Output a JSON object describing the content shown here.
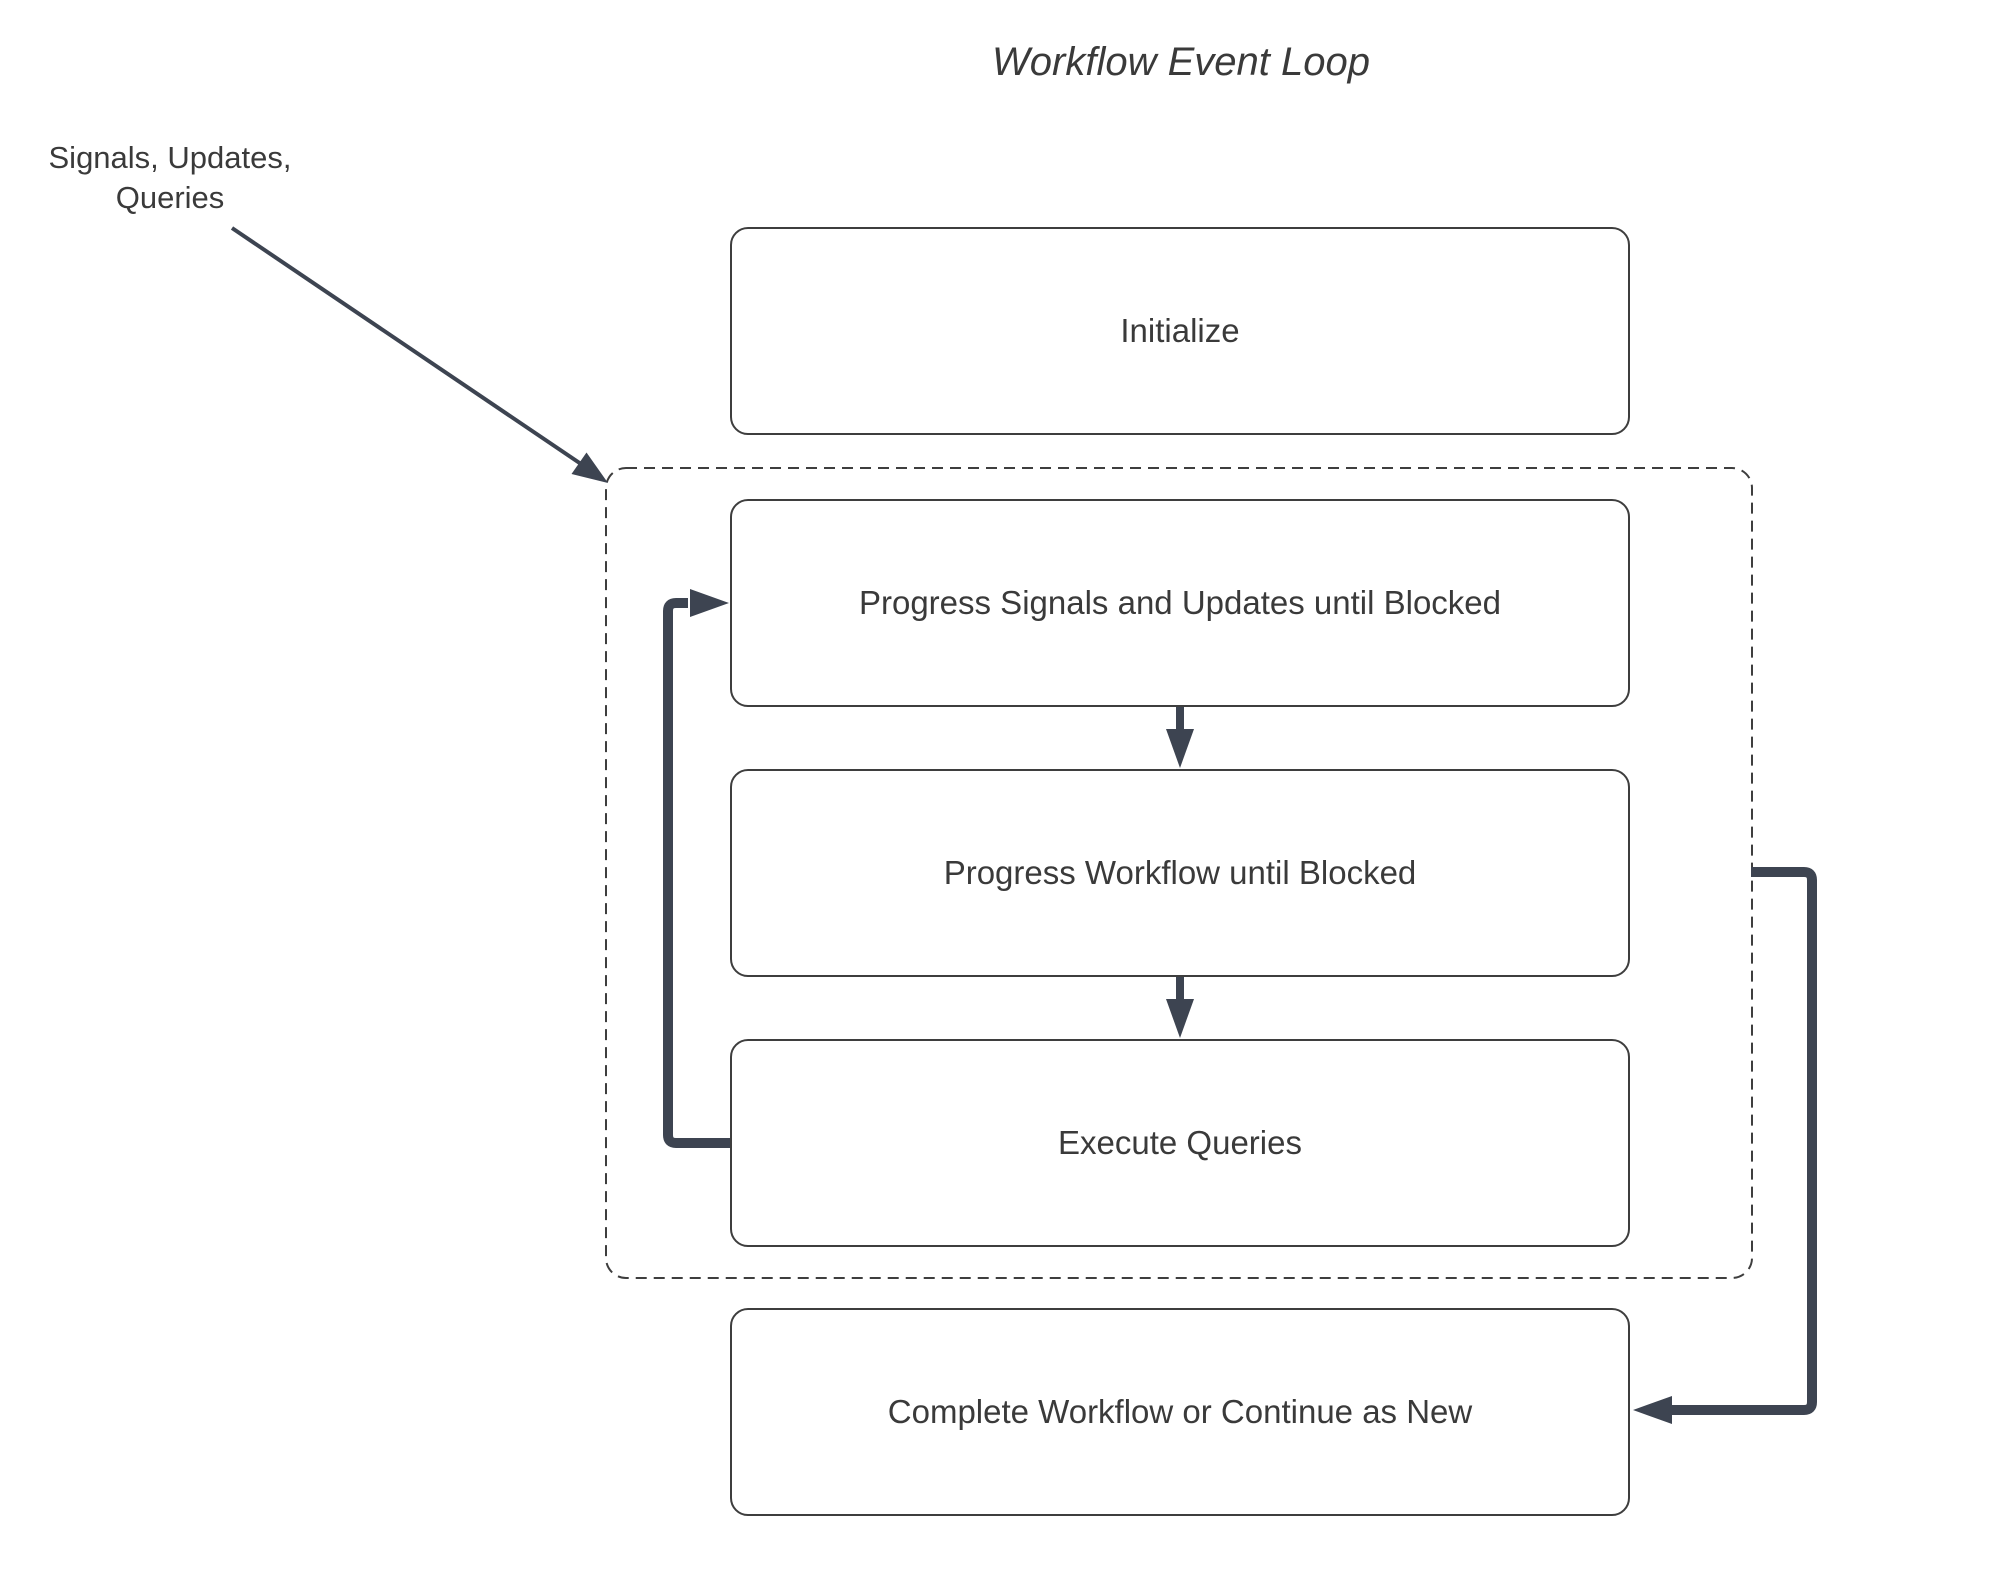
{
  "title": "Workflow Event Loop",
  "annotation": {
    "label": "Signals, Updates,\nQueries"
  },
  "nodes": [
    {
      "id": "initialize",
      "label": "Initialize"
    },
    {
      "id": "progress-signals",
      "label": "Progress Signals and Updates until Blocked"
    },
    {
      "id": "progress-workflow",
      "label": "Progress Workflow until Blocked"
    },
    {
      "id": "execute-queries",
      "label": "Execute Queries"
    },
    {
      "id": "complete-workflow",
      "label": "Complete Workflow or Continue as New"
    }
  ],
  "edges": [
    {
      "id": "signals-into-loop",
      "from": "signals-updates-queries-label",
      "to": "event-loop-container"
    },
    {
      "id": "progress-signals-to-workflow",
      "from": "progress-signals",
      "to": "progress-workflow"
    },
    {
      "id": "progress-workflow-to-queries",
      "from": "progress-workflow",
      "to": "execute-queries"
    },
    {
      "id": "queries-loop-back",
      "from": "execute-queries",
      "to": "progress-signals"
    },
    {
      "id": "loop-exit-to-complete",
      "from": "event-loop-container",
      "to": "complete-workflow"
    }
  ],
  "colors": {
    "ink": "#3a3a3a",
    "border": "#3e3e3e",
    "arrow": "#3d4451",
    "bg": "#ffffff"
  }
}
